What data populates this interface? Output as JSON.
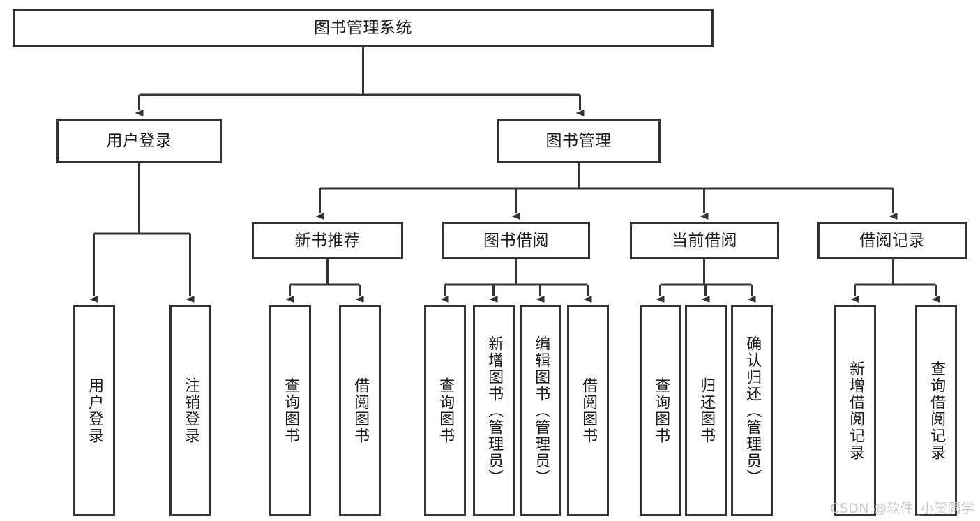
{
  "diagram": {
    "type": "tree",
    "title": "图书管理系统",
    "orientation": "top-down",
    "background_color": "#ffffff",
    "line_color": "#333333",
    "box_border_color": "#333333",
    "box_fill_color": "#ffffff",
    "text_color": "#1a1a1a"
  },
  "nodes": {
    "root": {
      "label": "图书管理系统"
    },
    "level2": [
      {
        "label": "用户登录"
      },
      {
        "label": "图书管理"
      }
    ],
    "level3": [
      {
        "label": "新书推荐"
      },
      {
        "label": "图书借阅"
      },
      {
        "label": "当前借阅"
      },
      {
        "label": "借阅记录"
      }
    ],
    "leaves": {
      "user_login": [
        {
          "label": "用户登录"
        },
        {
          "label": "注销登录"
        }
      ],
      "new_book_recommend": [
        {
          "label": "查询图书"
        },
        {
          "label": "借阅图书"
        }
      ],
      "book_borrow": [
        {
          "label": "查询图书"
        },
        {
          "label": "新增图书（管理员）"
        },
        {
          "label": "编辑图书（管理员）"
        },
        {
          "label": "借阅图书"
        }
      ],
      "current_borrow": [
        {
          "label": "查询图书"
        },
        {
          "label": "归还图书"
        },
        {
          "label": "确认归还（管理员）"
        }
      ],
      "borrow_record": [
        {
          "label": "新增借阅记录"
        },
        {
          "label": "查询借阅记录"
        }
      ]
    }
  },
  "watermark": {
    "text": "CSDN @软件_小贺同学",
    "color": "#c9c9c9"
  }
}
